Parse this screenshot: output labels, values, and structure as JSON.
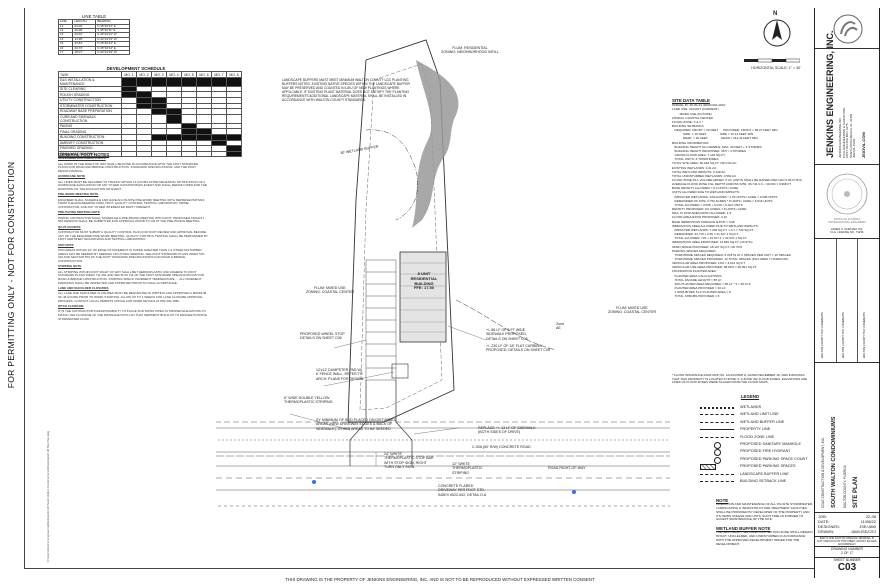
{
  "left_margin_text": "FOR PERMITTING ONLY - NOT FOR CONSTRUCTION",
  "line_table": {
    "title": "LINE TABLE",
    "headers": [
      "LINE",
      "LENGTH",
      "BEARING"
    ],
    "rows": [
      [
        "L1",
        "23.00'",
        "N 45°40'44\" E"
      ],
      [
        "L2",
        "26.08'",
        "S 45°26'11\" E"
      ],
      [
        "L3",
        "23.02'",
        "S 45°40'44\" W"
      ],
      [
        "L4",
        "14.38'",
        "N 44°21'19\" W"
      ],
      [
        "L5",
        "33.84'",
        "N 45°40'44\" E"
      ],
      [
        "L6",
        "20.76'",
        "N 45°40'44\" E"
      ],
      [
        "L7",
        "18.07'",
        "N 44°21'19\" W"
      ]
    ]
  },
  "development_schedule": {
    "title": "DEVELOPMENT SCHEDULE",
    "headers": [
      "TASK",
      "MO. 1",
      "MO. 2",
      "MO. 3",
      "MO. 4",
      "MO. 5",
      "MO. 6",
      "MO. 7",
      "MO. 8"
    ],
    "tasks": [
      {
        "name": "E&S INSTALLATION & MAINTENANCE",
        "months": [
          1,
          2,
          3,
          4,
          5,
          6,
          7,
          8
        ]
      },
      {
        "name": "SITE CLEARING",
        "months": [
          1
        ]
      },
      {
        "name": "ROUGH GRADING",
        "months": [
          1,
          2
        ]
      },
      {
        "name": "UTILITY CONSTRUCTION",
        "months": [
          2,
          3
        ]
      },
      {
        "name": "STORMWATER CONSTRUCTION",
        "months": [
          2,
          3
        ]
      },
      {
        "name": "ROADWAY BASE PREPARATION",
        "months": [
          3,
          4
        ]
      },
      {
        "name": "CURB AND SIDEWALK CONSTRUCTION",
        "months": [
          4
        ]
      },
      {
        "name": "PAVING",
        "months": [
          5
        ]
      },
      {
        "name": "FINAL GRADING",
        "months": [
          5,
          6
        ]
      },
      {
        "name": "BUILDING CONSTRUCTION",
        "months": [
          3,
          4,
          5,
          6,
          7,
          8
        ]
      },
      {
        "name": "AMENITY CONSTRUCTION",
        "months": [
          7
        ]
      },
      {
        "name": "FINISHED GRADING",
        "months": [
          8
        ]
      },
      {
        "name": "FINAL LANDSCAPING",
        "months": [
          8
        ]
      }
    ]
  },
  "general_foot_notes": {
    "title": "GENERAL FOOT NOTES",
    "paragraphs": [
      "GOVERNING DOCUMENTS NOTE",
      "ALL WORK IN THE RIGHT OF WAY SHALL BE DONE IN ACCORDANCE WITH THE FDOT STANDARD PLANS FOR ROAD AND BRIDGE CONSTRUCTION, STANDARD SPECIFICATIONS, AND THE FDOT DESIGN MANUAL.",
      "HURRICANE NOTE",
      "ALL LINES MUST BE SECURED TO TRAFFIC WITHIN 12 HOURS AFTER RECEIVING NOTIFICATION OF A HURRICANE EVACUATION OR ANY OTHER CATASTROPHIC EVENT AND SHALL REMAIN OPEN FOR THE DURATION OF THE EVACUATION OR EVENT.",
      "PRE-WORK MEETING NOTE",
      "ENGINEER SHALL SCHEDULE AND HAVE AN ON-SITE PRE-WORK MEETING WITH REPRESENTATIVES FROM THE ENGINEERING FIRM, FDOT, QUALITY CONTROL TESTING LABORATORY, PRIME CONTRACTOR, AND ANY OTHER INTERESTED PARTY PRESENT.",
      "PRE-PAVING MEETING NOTE",
      "PAVING CONTRACTOR SHALL SCHEDULE A PRE-PAVING MEETING WITH FDOT. PROPOSED ASPHALT MIX DESIGNS SHALL BE SUBMITTED FOR APPROVAL PRIOR TO OR AT THE PRE-PAVING MEETING.",
      "QC PLAN NOTE",
      "CONTRACTOR MUST SUBMIT A QUALITY CONTROL PLAN FOR FDOT REVIEW AND APPROVAL BEFORE ANY OF THE REQUIRED PRE-WORK MEETING. QUALITY CONTROL TESTING SHALL BE PERFORMED BY FDOT CERTIFIED TECHNICIANS AND TESTING LABORATORY.",
      "SOD NOTE",
      "SOD AREAS WITHIN 24\" OF EDGE OF PAVEMENT IS SUPER GREATER THAN 1:2 OTHER DISTURBED AREAS MAY BE SEEDED BY SEEDING OR HYDRO-SEEDING. SEE FDOT STANDARD PLANS INDEX 570-010 AND SECTION 570 OF THE FDOT STANDARD SPECIFICATIONS FOR ROAD & BRIDGE CONSTRUCTION.",
      "STRIPING NOTE",
      "ALL STRIPING WITHIN FDOT RIGHT OF WAY SHALL BE THERMOPLASTIC AND ADHERE TO FDOT STANDARD PLANS INDEX 711-001 AND SECTION 711 OF THE FDOT STANDARD SPECIFICATIONS FOR ROAD & BRIDGE CONSTRUCTION. STRIPING SPECS: PAVEMENT TEMPERATURE, ... ALL PAVEMENT MARKINGS SHALL BE INSPECTED AND APPROVED PRIOR TO FINAL ACCEPTANCE.",
      "LANE AND SHOULDER CLOSURES",
      "ALL LANE AND SHOULDER CLOSURES MUST BE REQUESTED IN WRITING AND APPROVED A MINIMUM OF 48 HOURS PRIOR TO WORK STARTING. ALLOW UP TO 4 WEEKS FOR LANE CLOSURE APPROVAL PROCESS. CONTACT LOCAL PERMITS OFFICE FOR MORE DETAILS AT 850-330-1550.",
      "DITCH FLOWLINE",
      "IT IS THE CONTRACTOR'S RESPONSIBILITY TO PLACE SOD DOWN PIPES AT PROPER ELEVATIONS TO MATCH THE FLOWLINE OF THE DRAINAGE DITCH SO THAT SEDIMENT BUILD-UP TO ENSURE POSITIVE STORMWATER FLOW."
    ]
  },
  "landscape_note": "LANDSCAPE BUFFERS MUST MEET MINIMUM WALTON COUNTY LDC PLANTING BUFFERS NOTED. EXISTING NATIVE SPECIES WITHIN THE LANDSCAPE BUFFER MAY BE PRESERVED AND COUNTED IN LIEU OF NEW PLANTINGS WHERE APPLICABLE. IF EXISTING PLANT MATERIAL DOES NOT SATISFY THE PLANTING REQUIREMENTS ADDITIONAL LANDSCAPE MATERIAL SHALL BE INSTALLED IN ACCORDANCE WITH WALTON COUNTY STANDARDS.",
  "plan_labels": {
    "flum_north": "FLUM: RESIDENTIAL\nZONING: NEIGHBORHOOD INFILL",
    "wetland_buffer": "30' WETLAND BUFFER",
    "building": "8 UNIT\nRESIDENTIAL\nBUILDING\nFFE: 17.50",
    "flum_west": "FLUM: MIXED USE\nZONING: COASTAL CENTER",
    "flum_east": "FLUM: MIXED USE\nZONING: COASTAL CENTER",
    "wheel_stop": "PROPOSED WHEEL STOP\nDETAILS ON SHEET C06",
    "sidewalk": "+/- 88 LF OF 5 FT WIDE\nSIDEWALK PROPOSED;\nDETAILS ON SHEET C06",
    "curb": "+/- 230 LF OF 18\" FLAT CURBING\nPROPOSED; DETAILS ON SHEET C06",
    "dumpster": "12'x12' DUMPSTER PAD W/\n6' FENCE WALL, REFER TO\nARCH. PLANS FOR DESIGN",
    "double_yellow": "6\" WIDE DOUBLE YELLOW\nTHERMOPLASTIC STRIPING",
    "sod_note": "SY MINIMUM OF SOD PLACED ON DISTURBED\nAREAS (NEW DRIVEWAY EDGES & BACK OF\nSIDEWALK), OTHER AREAS TO BE SEEDED",
    "replace_note": "REPLACE +/- 13 LF OF SIDEWALK\n(BOTH SIDES OF DRIVE)",
    "stop_bar": "24\" WHITE\nTHERMOPLASTIC STOP BAR\nWITH STOP SIGN, RIGHT\nTURN ONLY SIGN",
    "white_thermo": "12\" WHITE\nTHERMOPLASTIC\nSTRIPING",
    "driveway": "CONCRETE FLARED\nDRIVEWAY PER FDOT STD.\nINDEX #522-002, DETAIL D-6",
    "road": "C-30A (60' R/W) CONCRETE ROAD",
    "road_row": "ROAD RIGHT-OF-WAY",
    "zone_ae": "Zone\nAE"
  },
  "north_arrow": {
    "letter": "N",
    "scale": "HORIZONTAL SCALE: 1\" = 30'"
  },
  "site_data": {
    "title": "SITE DATA TABLE",
    "lines": [
      "PARCEL ID: 28-3S-21-42000-001-0010",
      "LAND USE: VACANT (CURRENT)",
      "         MIXED USE (FUTURE)",
      "ZONING: COASTAL CENTER",
      "FLOOD ZONE: X & X *",
      "BUILDING SETBACKS:",
      "   REQUIRED: FRONT = 20 FEET      PROVIDED: FRONT = 98.07 FEET MIN.",
      "             SIDE  = 10 FEET                SIDE = 10.12 FEET MIN.",
      "             REAR  = 20 FEET                REAR = 212.42 FEET MIN.",
      "BUILDING INFORMATION:",
      "   BUILDING HEIGHT ALLOWABLE: MAX. 50 FEET + 4 STORIES",
      "   BUILDING HEIGHT PROPOSED: 38.5' / 3 STORIES",
      "   GROSS FLOOR AREA: 7,146 SQ.FT.",
      "   TOTAL UNITS: 8 TOWNHOMES",
      "TOTAL SITE AREA: 60,048 SQ.FT. OR 0.62 AC",
      "EXISTING WETLANDS: 0.41 AC",
      "TOTAL WETLAND IMPACTS: 0.148 AC",
      "TOTAL UNDISTURBED WETLANDS: 0.562 AC",
      "FLOOD ZONE FILL VOLUME ADDED: 0 CF (UNITS SHALL BE RAISED PER LDC 5.09.07.B.6)",
      "AVERAGE FLOOD ZONE FILL DEPTH ACROSS SITE: 38,744 C.F. / 40,000 = 0.968 FT",
      "BASE DENSITY ALLOWED = 8.0 UNITS / ACRE",
      "UNITS ALLOWED DUE TO WETLAND IMPACTS:",
      "   IMPACTED WETLANDS: 1/60 ACRES * 1.00 UNITS / ACRE = 0.008 UNITS",
      "   REMAINDER OF SITE: 0.752 ACRES * 8 UNITS / ACRE = 6.016 UNITS",
      "   TOTAL ALLOWED = 0.008 + 6.016 = 6.024 UNITS",
      "DENSITY PROPOSED: 8.0 ACRES = 8 UNITS / ACRE",
      "MAX. FLOOR AREA RATIO ALLOWED: 1.5",
      "FLOOR AREA RATIO PROPOSED: 0.16",
      "BASE IMPERVIOUS SURFACE RATIO = 0.65",
      "IMPERVIOUS AREA ALLOWED DUE TO WETLAND IMPACTS:",
      "   IMPACTED WETLANDS: 7,200 SQ.FT. x 0.1 = 720 SQ.FT.",
      "   REMAINDER: 32,778 x 0.65 = 21,617.1 SQ.FT.",
      "   TOTAL ALLOWED: 720 + 21,617.1 = 22,337.1 SQ.FT.",
      "IMPERVIOUS AREA PROPOSED: 13,866 SQ.FT. (29.37%)",
      "OPEN SPACE PROVIDED: 28,107 SQ.FT. OR 70%",
      "PARKING SPACES REQUIRED:",
      "   TOWNHOME SPACES REQUIRED: 8 UNITS AT 2 SPACES PER UNIT = 16 SPACES",
      "   TOWNHOME SPACES PROVIDED: 12 TOTAL SPACES (INCLUDES 1 HANDICAP)",
      "VEHICULAR AREA PROPOSED: 10% = 4,612 SQ.FT.",
      "VEHICULAR USE AREA PROVIDED: 98.83% = 28,991 SQ.FT.",
      "FOUNDATION PLANTER AREA:",
      "   PLANTER AREA CALCULATIONS",
      "   TOTAL FACADE LENGTH = 85 LF",
      "   30% PLANTER AREA REQUIRED = 85 LF * 3 = 25.5 LF",
      "   PLANTER AREA PROVIDED = 40 LF",
      "   1 SHRUB PER 5 LF PLANTER AREA = 8",
      "   TOTAL SHRUBS PROVIDED = 8"
    ],
    "flood_note": "* FLOOD INSURANCE RATE MAP NO. 12131C0508 H, DATED DECEMBER 18, 2020 INDICATES THAT THIS PROPERTY IS LOCATED IN ZONE 'X' & ZONE 'AE' FLOOD ZONES, ELEVATIONS AND LINES OF FLOOD ZONES WERE SCALED FROM THE FLOOD MAPS."
  },
  "legend": {
    "title": "LEGEND",
    "items": [
      {
        "label": "WETLANDS",
        "color": "#222222",
        "style": "dots"
      },
      {
        "label": "WETLAND LIMIT LINE",
        "color": "#222222",
        "style": "dash"
      },
      {
        "label": "WETLAND BUFFER LINE",
        "color": "#222222",
        "style": "dashdot"
      },
      {
        "label": "PROPERTY LINE",
        "color": "#222222",
        "style": "solid"
      },
      {
        "label": "FLOOD ZONE LINE",
        "color": "#222222",
        "style": "dash"
      },
      {
        "label": "PROPOSED SANITARY MANHOLE",
        "color": "#222222",
        "style": "symbol"
      },
      {
        "label": "PROPOSED FIRE HYDRANT",
        "color": "#222222",
        "style": "symbol"
      },
      {
        "label": "PROPOSED PARKING SPACE COUNT",
        "color": "#222222",
        "style": "symbol"
      },
      {
        "label": "PROPOSED PARKING SPACES",
        "color": "#222222",
        "style": "hatch"
      },
      {
        "label": "LANDSCAPE BUFFER LINE",
        "color": "#222222",
        "style": "dash"
      },
      {
        "label": "BUILDING SETBACK LINE",
        "color": "#222222",
        "style": "dash"
      }
    ]
  },
  "notes": {
    "title": "NOTE",
    "text": "OPERATION AND MAINTENANCE OF ALL ON-SITE STORMWATER, LANDSCAPING & INFRASTRUCTURE TREATMENT FACILITIES SHALL BE PROVIDED BY DEVELOPER OF THE PROPERTY AND ITS HEIRS UNLESS AND UNTIL SUCH TIME AS FORMED TO ACCEPT MAINTENANCE OF THE SITE.",
    "wetland_title": "WETLAND BUFFER NOTE",
    "wetland_text": "THE SECONDARY WETLAND PROTECTION ZONE SHALL REMAIN INTACT, UNCLEARED, AND UNDISTURBED IN ACCORDANCE WITH THE APPROVED DEVELOPMENT ORDER FOR THE DEVELOPMENT."
  },
  "title_block": {
    "firm": "JENKINS ENGINEERING, INC.",
    "firm_details": "JENKINS ENGINEERING INC\nCIVIL ENGINEERING & SURVEYING\nPOST OFFICE BOX 1075\nSANTA ROSA BEACH, FL 32459\nJEIOVIL.COM",
    "website": "JEIOVIL.COM",
    "seal_text": "STATE OF FLORIDA\nPROFESSIONAL ENGINEER",
    "engineer": "JAMES S. DURHAM, P.E.\nFLA. LICENSE NO. 73296",
    "client": "COLE CONSTRUCTION & DEVELOPMENT, INC.",
    "project": "SOUTH WALTON CONDOMINIUMS",
    "project_sub": "WALTON COUNTY, FLORIDA",
    "sheet_title": "SITE PLAN",
    "job_label": "JOB:",
    "job": "22-38",
    "date_label": "DATE:",
    "date": "11/08/22",
    "designed_label": "DESIGNED:",
    "designed": "JSE/JAW",
    "drawn_label": "DRAWN:",
    "drawn": "JAW/JSE/CEJ",
    "bar_note": "BAR IS ONE INCH ON ORIGINAL DRAWING. IF NOT ONE INCH ON THIS SHEET, ADJUST SCALES ACCORDINGLY.",
    "drawing_number_label": "DRAWING NUMBER",
    "drawing_number": "2 OF 17",
    "sheet_number_label": "SHEET NUMBER",
    "sheet_number": "C03",
    "revisions": [
      "WALTON COUNTY TRC COMMENTS",
      "WALTON COUNTY TRC COMMENTS",
      "WALTON COUNTY TRC COMMENTS"
    ]
  },
  "footer": "THIS DRAWING IS THE PROPERTY OF JENKINS ENGINEERING, INC. AND IS NOT TO BE REPRODUCED WITHOUT EXPRESSED WRITTEN CONSENT",
  "file_path": "C:\\Users\\Jenkins Engineering\\Desktop\\22-38 South Walton Condominiums\\Drawings\\22-38 Site Plan.dwg"
}
